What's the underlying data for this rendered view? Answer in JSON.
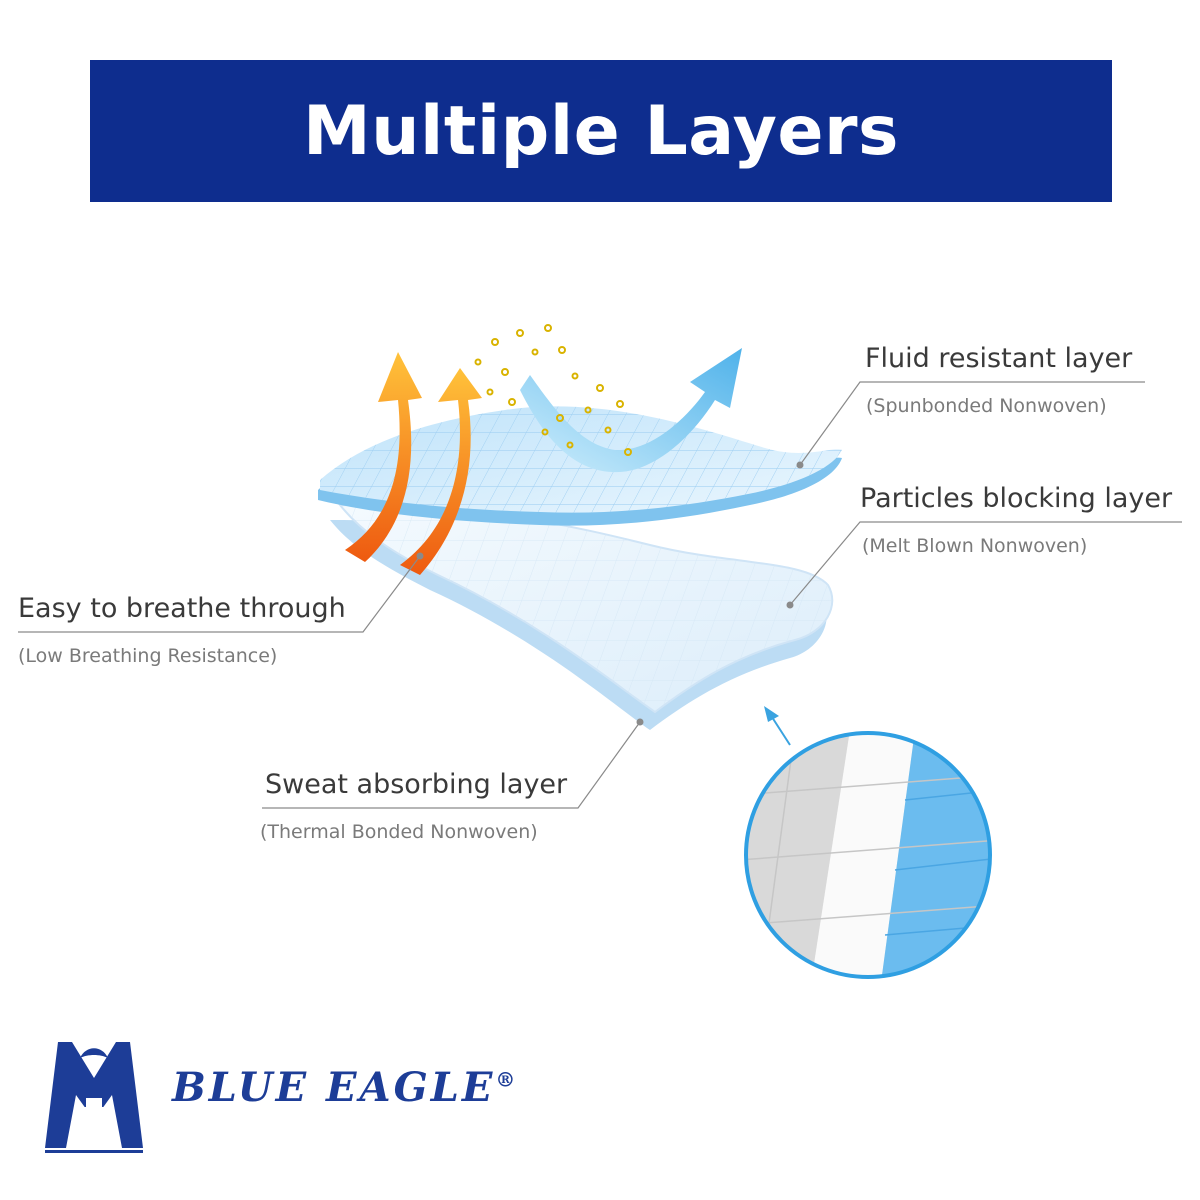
{
  "banner": {
    "title": "Multiple Layers",
    "color": "#0e2d8e"
  },
  "labels": {
    "fluid": {
      "title": "Fluid resistant layer",
      "sub": "(Spunbonded Nonwoven)"
    },
    "particles": {
      "title": "Particles blocking layer",
      "sub": "(Melt Blown Nonwoven)"
    },
    "breathe": {
      "title": "Easy to breathe through",
      "sub": "(Low Breathing Resistance)"
    },
    "sweat": {
      "title": "Sweat absorbing layer",
      "sub": "(Thermal Bonded Nonwoven)"
    }
  },
  "brand": {
    "name": "BLUE EAGLE",
    "mark": "®",
    "color": "#1d3d97"
  },
  "colors": {
    "layer_blue": "#7fc3ee",
    "layer_light": "#e8f4fd",
    "arrow_orange": "#f08a1a",
    "particle_gold": "#d9b300"
  }
}
